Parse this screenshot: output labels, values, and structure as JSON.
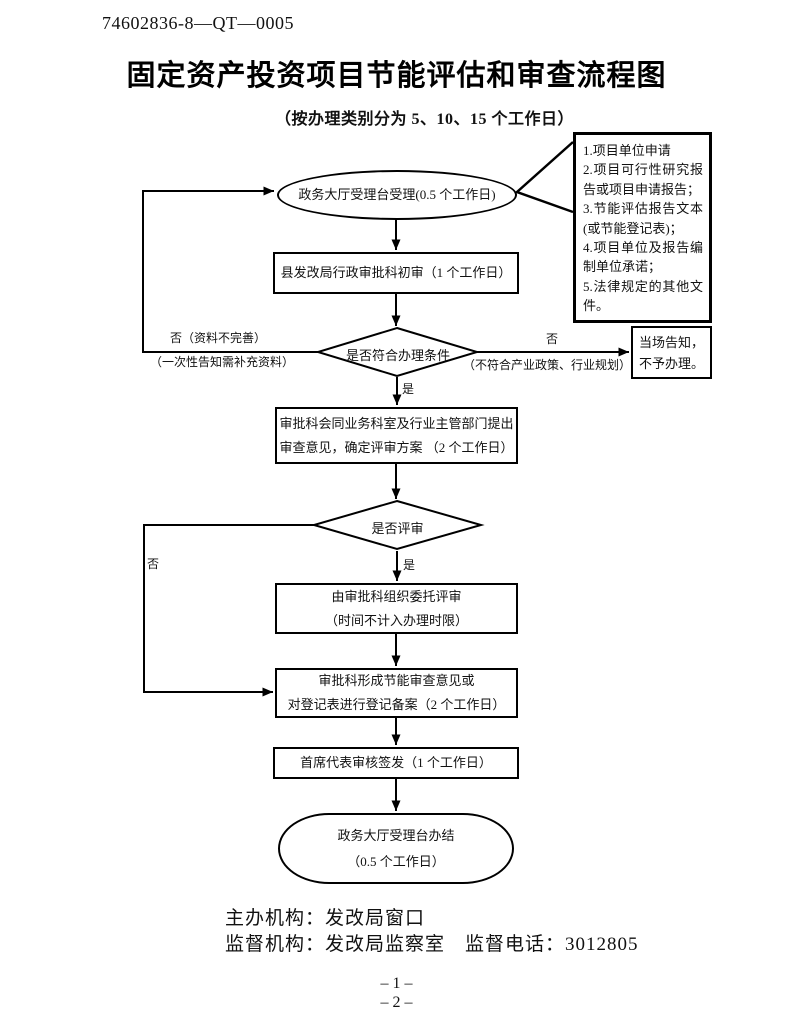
{
  "page": {
    "doc_code": "74602836-8—QT—0005",
    "title": "固定资产投资项目节能评估和审查流程图",
    "subtitle": "（按办理类别分为 5、10、15 个工作日）"
  },
  "flowchart": {
    "start_oval": "政务大厅受理台受理(0.5 个工作日)",
    "materials_callout": {
      "items": [
        "1.项目单位申请",
        "2.项目可行性研究报告或项目申请报告；",
        "3.节能评估报告文本(或节能登记表)；",
        "4.项目单位及报告编制单位承诺；",
        "5.法律规定的其他文件。"
      ]
    },
    "initial_review_box": "县发改局行政审批科初审（1 个工作日）",
    "decision_conditions": {
      "question": "是否符合办理条件",
      "no_left_label_line1": "否（资料不完善）",
      "no_left_label_line2": "（一次性告知需补充资料）",
      "no_right_label": "否",
      "no_right_sublabel": "（不符合产业政策、行业规划）",
      "yes_label": "是"
    },
    "reject_box": {
      "line1": "当场告知，",
      "line2": "不予办理。"
    },
    "joint_opinion_box": {
      "line1": "审批科会同业务科室及行业主管部门提出",
      "line2": "审查意见，确定评审方案 （2 个工作日）"
    },
    "decision_review": {
      "question": "是否评审",
      "no_label": "否",
      "yes_label": "是"
    },
    "entrust_review_box": {
      "line1": "由审批科组织委托评审",
      "line2": "（时间不计入办理时限）"
    },
    "form_opinion_box": {
      "line1": "审批科形成节能审查意见或",
      "line2": "对登记表进行登记备案（2 个工作日）"
    },
    "chief_sign_box": "首席代表审核签发（1 个工作日）",
    "end_oval": {
      "line1": "政务大厅受理台办结",
      "line2": "（0.5 个工作日）"
    }
  },
  "footer": {
    "organizer": "主办机构：发改局窗口",
    "supervisor": "监督机构：发改局监察室　监督电话：3012805",
    "page_number_line1": "– 1 –",
    "page_number_line2": "– 2 –"
  }
}
